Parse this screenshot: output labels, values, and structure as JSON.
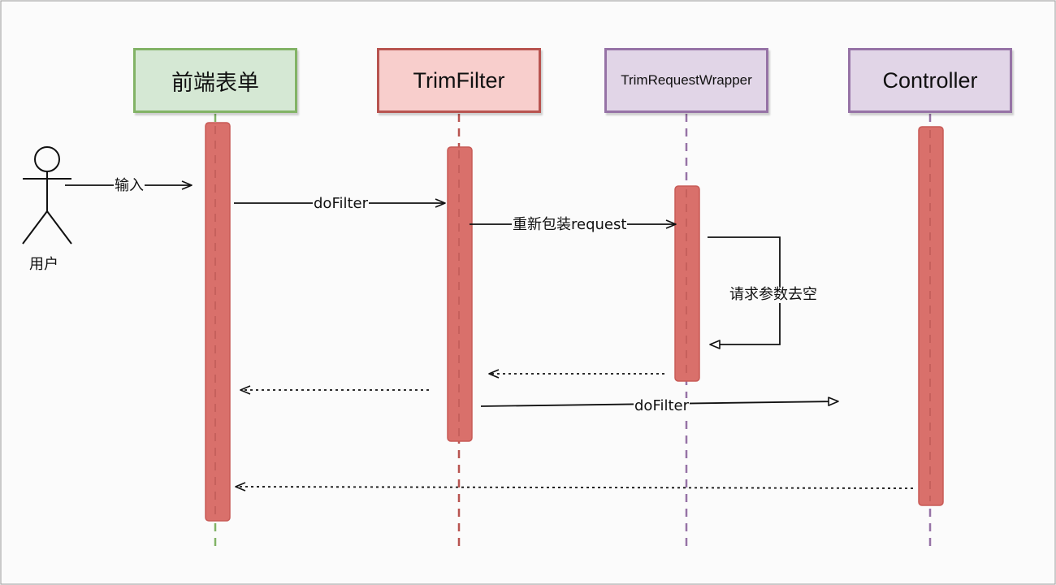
{
  "participants": [
    {
      "id": "frontend",
      "label": "前端表单",
      "fill": "#d5e8d4",
      "stroke": "#82b366"
    },
    {
      "id": "trimfilter",
      "label": "TrimFilter",
      "fill": "#f8cecc",
      "stroke": "#b85450"
    },
    {
      "id": "wrapper",
      "label": "TrimRequestWrapper",
      "fill": "#e1d5e7",
      "stroke": "#9673a6"
    },
    {
      "id": "controller",
      "label": "Controller",
      "fill": "#e1d5e7",
      "stroke": "#9673a6"
    }
  ],
  "actor": {
    "label": "用户"
  },
  "messages": {
    "input": "输入",
    "dofilter_1": "doFilter",
    "rewrap": "重新包装request",
    "self_trim": "请求参数去空",
    "dofilter_2": "doFilter"
  },
  "colors": {
    "activation_fill": "#d9706b",
    "activation_stroke": "#c85a56",
    "arrow": "#111111",
    "background": "#fbfbfb",
    "frame": "#999999"
  }
}
